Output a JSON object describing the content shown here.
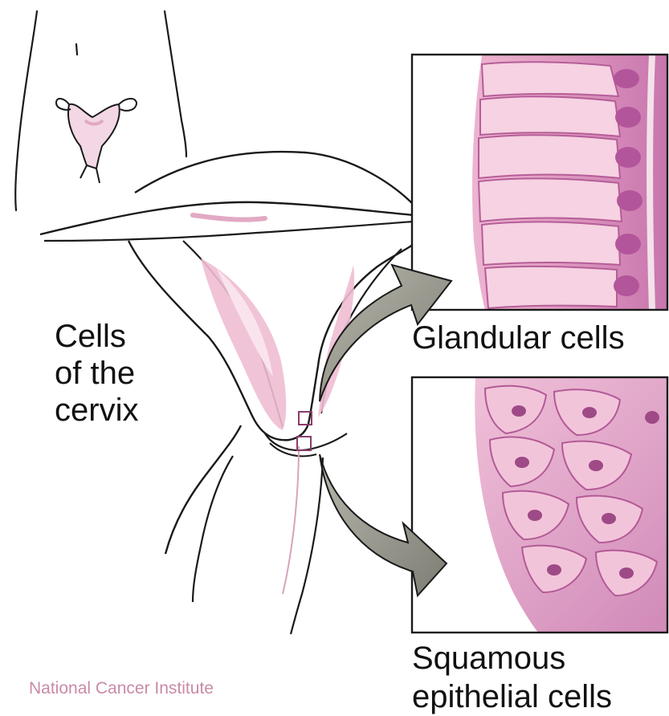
{
  "labels": {
    "cells_of_cervix": "Cells\nof the\ncervix",
    "glandular": "Glandular cells",
    "squamous": "Squamous\nepithelial cells",
    "credit": "National Cancer Institute"
  },
  "icons": {
    "body_outline": "body-outline-icon",
    "uterus_small": "uterus-icon",
    "arrow": "curved-arrow-icon"
  },
  "colors": {
    "outline": "#1a1a1a",
    "tissue_pink": "#e7a9c3",
    "tissue_light": "#f7dce8",
    "cell_magenta": "#c86aa6",
    "cell_dark": "#a4488b",
    "arrow_fill": "#8f8f86",
    "credit_text": "#c98aa7"
  }
}
